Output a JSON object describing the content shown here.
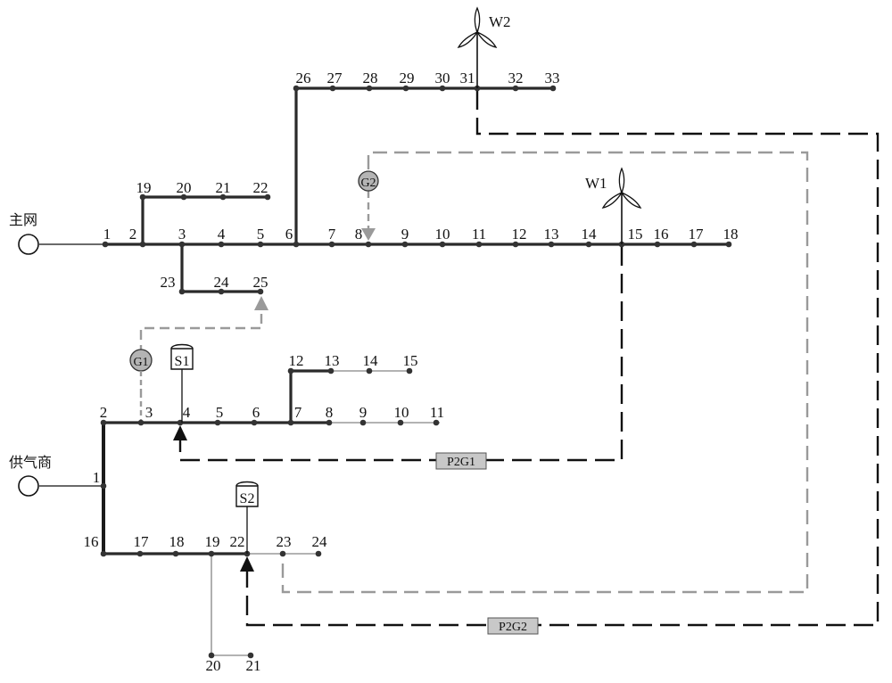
{
  "sources": {
    "main_grid": "主网",
    "gas_supplier": "供气商"
  },
  "power_nodes": [
    "1",
    "2",
    "3",
    "4",
    "5",
    "6",
    "7",
    "8",
    "9",
    "10",
    "11",
    "12",
    "13",
    "14",
    "15",
    "16",
    "17",
    "18",
    "19",
    "20",
    "21",
    "22",
    "23",
    "24",
    "25",
    "26",
    "27",
    "28",
    "29",
    "30",
    "31",
    "32",
    "33"
  ],
  "gas_nodes": [
    "1",
    "2",
    "3",
    "4",
    "5",
    "6",
    "7",
    "8",
    "9",
    "10",
    "11",
    "12",
    "13",
    "14",
    "15",
    "16",
    "17",
    "18",
    "19",
    "20",
    "21",
    "22",
    "23",
    "24"
  ],
  "devices": {
    "wind1": "W1",
    "wind2": "W2",
    "gen1": "G1",
    "gen2": "G2",
    "storage1": "S1",
    "storage2": "S2",
    "p2g1": "P2G1",
    "p2g2": "P2G2"
  },
  "colors": {
    "line_main": "#2a2a2a",
    "line_thin": "#a8a8a8",
    "link_gray": "#9a9a9a",
    "link_black": "#111111",
    "gen_fill": "#b4b4b4",
    "box_fill": "#c8c8c8"
  }
}
